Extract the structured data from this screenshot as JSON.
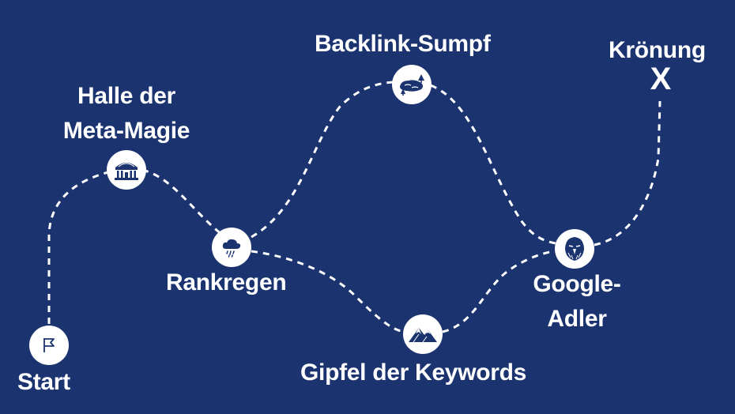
{
  "stations": {
    "start": {
      "label": "Start",
      "icon": "flag-icon"
    },
    "halle": {
      "label_line1": "Halle der",
      "label_line2": "Meta-Magie",
      "icon": "building-icon"
    },
    "rankregen": {
      "label": "Rankregen",
      "icon": "rain-cloud-icon"
    },
    "backlink": {
      "label": "Backlink-Sumpf",
      "icon": "swamp-icon"
    },
    "gipfel": {
      "label": "Gipfel der Keywords",
      "icon": "mountain-icon"
    },
    "adler": {
      "label_line1": "Google-",
      "label_line2": "Adler",
      "icon": "eagle-icon"
    },
    "kroenung": {
      "label": "Krönung",
      "marker": "X"
    }
  },
  "colors": {
    "background": "#1b3470",
    "path": "#ffffff",
    "node_fill": "#ffffff",
    "icon": "#1b3470"
  }
}
